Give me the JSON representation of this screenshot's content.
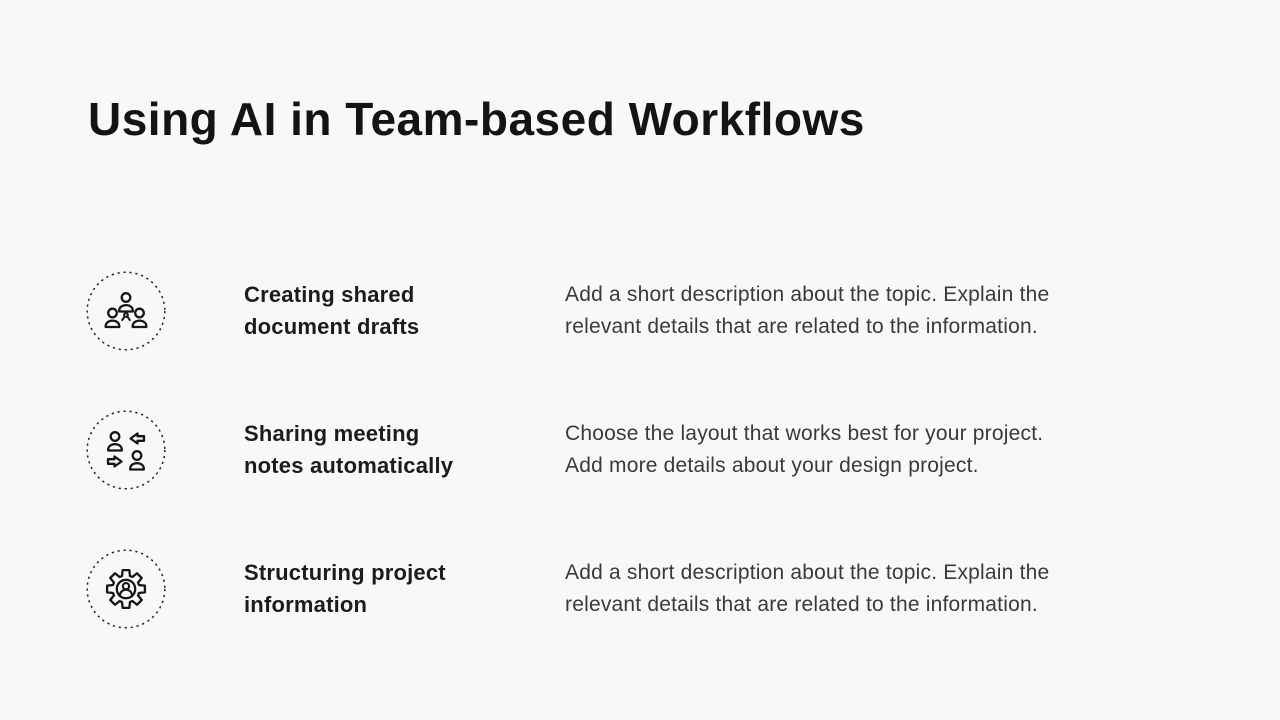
{
  "slide": {
    "title": "Using AI in Team-based Workflows",
    "background_color": "#f8f8f6",
    "title_color": "#141414",
    "heading_color": "#1c1c1c",
    "description_color": "#3a3a3a",
    "icon_stroke_color": "#161616"
  },
  "rows": [
    {
      "icon": "team-network-icon",
      "title": "Creating shared\ndocument drafts",
      "description": "Add a short description about the topic. Explain the\nrelevant details that are related to the information."
    },
    {
      "icon": "people-exchange-icon",
      "title": "Sharing meeting\nnotes automatically",
      "description": "Choose the layout that works best for your project.\nAdd more details about your design project."
    },
    {
      "icon": "user-gear-icon",
      "title": "Structuring project\ninformation",
      "description": "Add a short description about the topic. Explain the\nrelevant details that are related to the information."
    }
  ]
}
